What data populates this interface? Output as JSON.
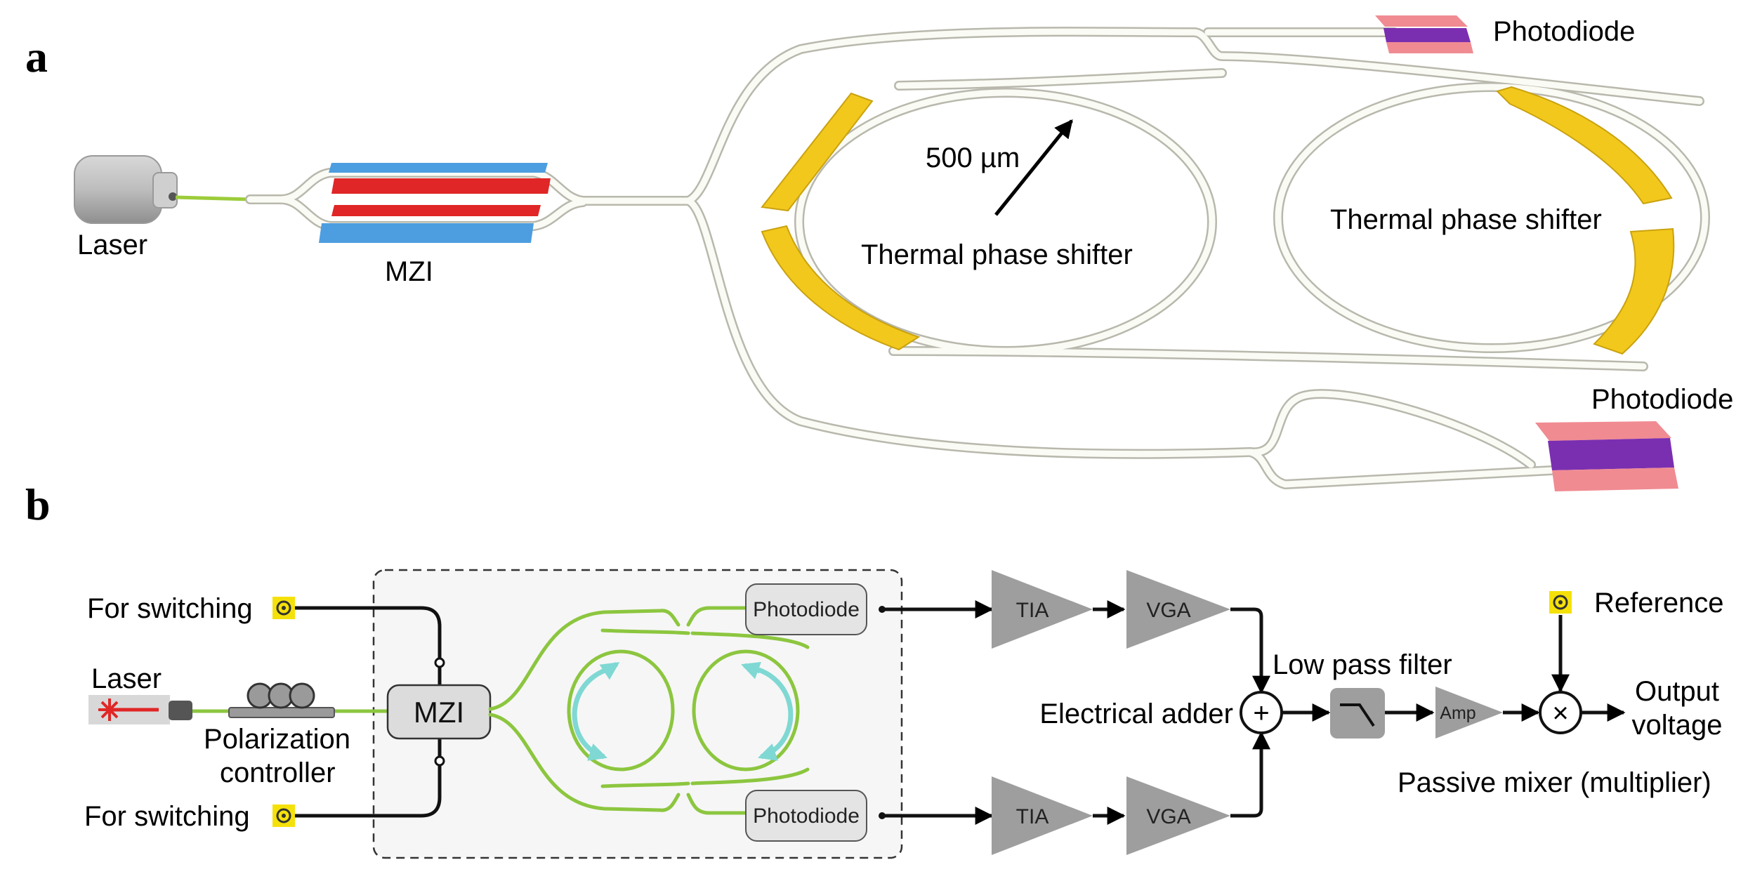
{
  "panels": {
    "a": "a",
    "b": "b"
  },
  "top": {
    "laser": "Laser",
    "mzi": "MZI",
    "radius": "500 µm",
    "thermal_left": "Thermal phase shifter",
    "thermal_right": "Thermal phase shifter",
    "photodiode_top": "Photodiode",
    "photodiode_bottom": "Photodiode"
  },
  "bottom": {
    "switching_top": "For switching",
    "switching_bottom": "For switching",
    "laser": "Laser",
    "polarization_1": "Polarization",
    "polarization_2": "controller",
    "mzi": "MZI",
    "photodiode_top": "Photodiode",
    "photodiode_bottom": "Photodiode",
    "tia_top": "TIA",
    "tia_bottom": "TIA",
    "vga_top": "VGA",
    "vga_bottom": "VGA",
    "low_pass_filter": "Low pass filter",
    "electrical_adder": "Electrical adder",
    "adder_symbol": "+",
    "amp": "Amp",
    "mixer_symbol": "×",
    "reference": "Reference",
    "output_1": "Output",
    "output_2": "voltage",
    "passive_mixer": "Passive mixer (multiplier)"
  },
  "colors": {
    "heater": "#f2c81c",
    "mzi_red": "#e02626",
    "mzi_blue": "#4d9ee0",
    "pd_pink": "#f08b92",
    "pd_purple": "#7a2fb0",
    "waveguide_green": "#8cc63f",
    "arrow_cyan": "#7fd8d3",
    "amp_gray": "#9e9e9e",
    "connector_yellow": "#f5e10a"
  }
}
